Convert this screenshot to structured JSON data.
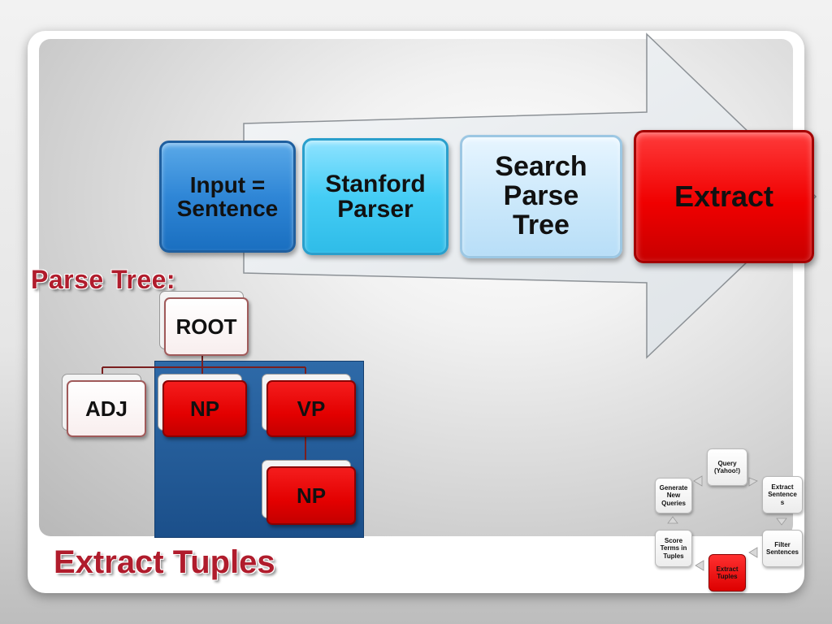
{
  "pipeline": {
    "steps": [
      {
        "label": "Input =\nSentence"
      },
      {
        "label": "Stanford\nParser"
      },
      {
        "label": "Search\nParse\nTree"
      },
      {
        "label": "Extract"
      }
    ]
  },
  "parse_tree": {
    "title": "Parse Tree:",
    "nodes": {
      "root": "ROOT",
      "adj": "ADJ",
      "np": "NP",
      "vp": "VP",
      "np_child": "NP"
    }
  },
  "footer": {
    "title": "Extract Tuples"
  },
  "cycle": {
    "items": [
      {
        "label": "Query\n(Yahoo!)"
      },
      {
        "label": "Extract\nSentence\ns"
      },
      {
        "label": "Filter\nSentences"
      },
      {
        "label": "Extract\nTuples"
      },
      {
        "label": "Score\nTerms in\nTuples"
      },
      {
        "label": "Generate\nNew\nQueries"
      }
    ],
    "active_item": "Extract\nTuples"
  },
  "colors": {
    "accent_red": "#e30000",
    "heading_red": "#b01c2c",
    "blue_dark": "#1b4f8a",
    "blue_mid": "#2f86d6",
    "blue_light": "#45cdf5",
    "blue_pale": "#cde9fb"
  }
}
